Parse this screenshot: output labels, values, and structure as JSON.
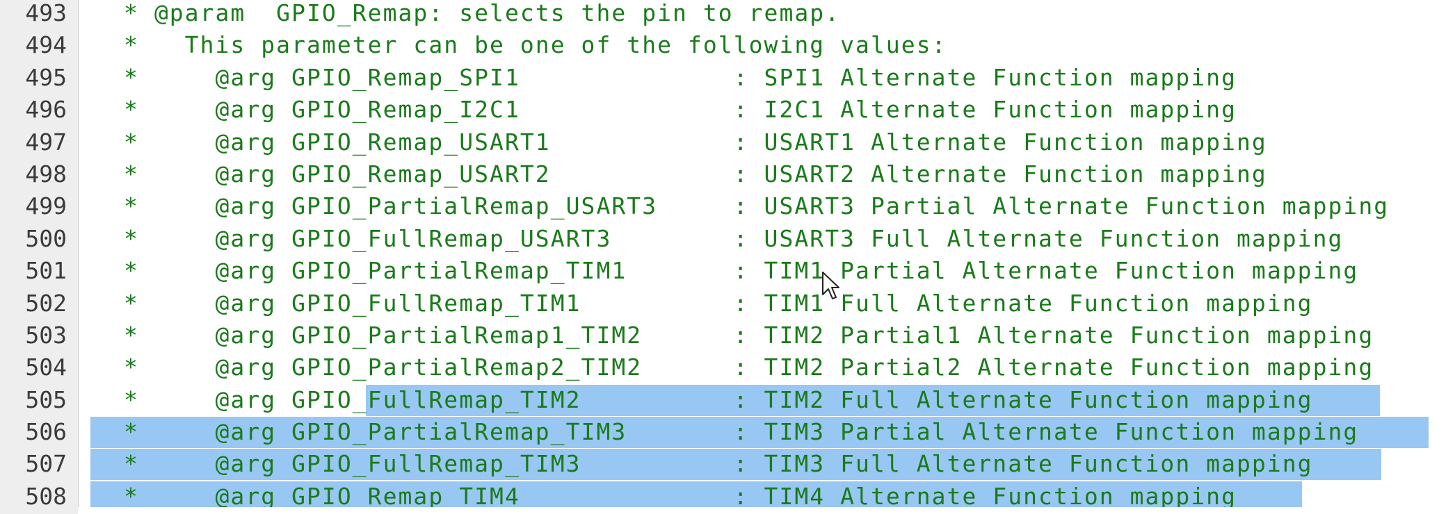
{
  "editor": {
    "lines": [
      {
        "number": "493",
        "text": "* @param  GPIO_Remap: selects the pin to remap."
      },
      {
        "number": "494",
        "text": "*   This parameter can be one of the following values:"
      },
      {
        "number": "495",
        "text": "*     @arg GPIO_Remap_SPI1              : SPI1 Alternate Function mapping"
      },
      {
        "number": "496",
        "text": "*     @arg GPIO_Remap_I2C1              : I2C1 Alternate Function mapping"
      },
      {
        "number": "497",
        "text": "*     @arg GPIO_Remap_USART1            : USART1 Alternate Function mapping"
      },
      {
        "number": "498",
        "text": "*     @arg GPIO_Remap_USART2            : USART2 Alternate Function mapping"
      },
      {
        "number": "499",
        "text": "*     @arg GPIO_PartialRemap_USART3     : USART3 Partial Alternate Function mapping"
      },
      {
        "number": "500",
        "text": "*     @arg GPIO_FullRemap_USART3        : USART3 Full Alternate Function mapping"
      },
      {
        "number": "501",
        "text": "*     @arg GPIO_PartialRemap_TIM1       : TIM1 Partial Alternate Function mapping"
      },
      {
        "number": "502",
        "text": "*     @arg GPIO_FullRemap_TIM1          : TIM1 Full Alternate Function mapping"
      },
      {
        "number": "503",
        "text": "*     @arg GPIO_PartialRemap1_TIM2      : TIM2 Partial1 Alternate Function mapping"
      },
      {
        "number": "504",
        "text": "*     @arg GPIO_PartialRemap2_TIM2      : TIM2 Partial2 Alternate Function mapping"
      },
      {
        "number": "505",
        "text": "*     @arg GPIO_FullRemap_TIM2          : TIM2 Full Alternate Function mapping"
      },
      {
        "number": "506",
        "text": "*     @arg GPIO_PartialRemap_TIM3       : TIM3 Partial Alternate Function mapping"
      },
      {
        "number": "507",
        "text": "*     @arg GPIO_FullRemap_TIM3          : TIM3 Full Alternate Function mapping"
      },
      {
        "number": "508",
        "text": "*     @arg GPIO_Remap_TIM4              : TIM4 Alternate Function mapping"
      }
    ],
    "colors": {
      "comment_text": "#1a7a1a",
      "line_number": "#3a3a3a",
      "gutter_background": "#eeeeee",
      "selection": "#98c7f3",
      "background": "#ffffff"
    },
    "icons": {
      "mouse_cursor": "arrow-cursor-icon"
    }
  }
}
